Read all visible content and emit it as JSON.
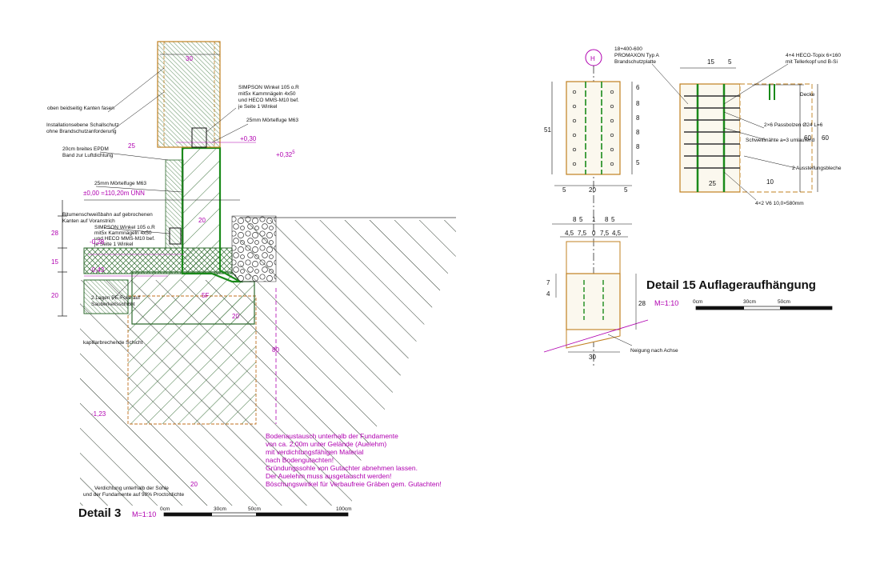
{
  "detail3": {
    "title": "Detail 3",
    "scale": "M=1:10",
    "scalebar": {
      "l0": "0cm",
      "l1": "30cm",
      "l2": "50cm",
      "l3": "100cm"
    },
    "labels": {
      "kanten": "oben beidseitig Kanten fasen",
      "installation1": "Installationsebene Schallschutz",
      "installation2": "ohne Brandschutzanforderung",
      "epdm1": "20cm breites EPDM",
      "epdm2": "Band zur Luftdichtung",
      "simpson_top1": "SIMPSON Winkel 105 o.R",
      "simpson_top2": "mit5x Kammnägeln 4x50",
      "simpson_top3": "und HECO MMS-M10 bef.",
      "simpson_top4": "je Seite 1 Winkel",
      "moertel_top": "25mm Mörtelfuge M63",
      "moertel_left": "25mm Mörtelfuge M63",
      "bitumen1": "Bitumenschweißbahn auf gebrochenen",
      "bitumen2": "Kanten auf Voranstrich",
      "simpson_bot1": "SIMPSON Winkel 105 o.R",
      "simpson_bot2": "mit5x Kammnägeln 4x50",
      "simpson_bot3": "und HECO MMS-M10 bef.",
      "simpson_bot4": "je Seite 1 Winkel",
      "folie1": "2 Lagen PE-Folie auf",
      "folie2": "Sauberkeitsschicht",
      "kapillar": "kapillarbrechende Schicht",
      "verdichtung1": "Verdichtung unterhalb der Sohle",
      "verdichtung2": "und der Fundamente auf 98% Proctordichte"
    },
    "levels": {
      "l1": "+0,30",
      "l2": "+0,32",
      "l2sup": "5",
      "zero": "±0,00 =110,20m ÜNN",
      "l3": "-0,28",
      "l4": "-0,43",
      "l5": "-1,23"
    },
    "dims": {
      "d30": "30",
      "d25": "25",
      "d20a": "20",
      "d28": "28",
      "d15": "15",
      "d20b": "20",
      "d20c": "20",
      "d80": "80",
      "d20d": "20",
      "d5f": "5F"
    },
    "note": [
      "Bodenaustausch unterhalb der Fundamente",
      "von ca. 2,00m unter Gelände (Auelehm)",
      "mit verdichtungsfähigen Material",
      "nach Bodengutachten!",
      "Gründungssohle von Gutachter abnehmen lassen.",
      "Der Auelehm muss ausgetauscht werden!",
      "Böschungswinkel für Verbaufreie Gräben gem. Gutachten!"
    ]
  },
  "detail15": {
    "title": "Detail 15 Auflageraufhängung",
    "scale": "M=1:10",
    "scalebar": {
      "l0": "0cm",
      "l1": "30cm",
      "l2": "50cm"
    },
    "axis": "H",
    "labels": {
      "plate1": "18+400-600",
      "plate2": "PROMAXON Typ A",
      "plate3": "Brandschutzplatte",
      "heco1": "4+4 HECO-Topix 6×160",
      "heco2": "mit Tellerkopf und B-Si",
      "decke": "Decke",
      "passbolzen": "2×6 Passbolzen Ø24 L=6",
      "schweiss": "Schweißnähte a=3 umlaufend",
      "aussteifung": "2 Aussteifungsbleche",
      "bottom": "4×2 V6 10,0×580mm",
      "neigung": "Neigung nach Achse"
    },
    "dims": {
      "d51": "51",
      "d5a": "5",
      "d20": "20",
      "d5b": "5",
      "r6": "6",
      "r8a": "8",
      "r8b": "8",
      "r8c": "8",
      "r8d": "8",
      "r5": "5",
      "s15": "15",
      "s5": "5",
      "s60a": "60",
      "s60b": "60",
      "s10": "10",
      "s25": "25",
      "e8a": "8",
      "e5a": "5",
      "e1": "1",
      "e8b": "8",
      "e5b": "5",
      "f45a": "4,5",
      "f75a": "7,5",
      "f0": "0",
      "f75b": "7,5",
      "f45b": "4,5",
      "v7": "7",
      "v4": "4",
      "v28": "28",
      "b30": "30"
    }
  }
}
